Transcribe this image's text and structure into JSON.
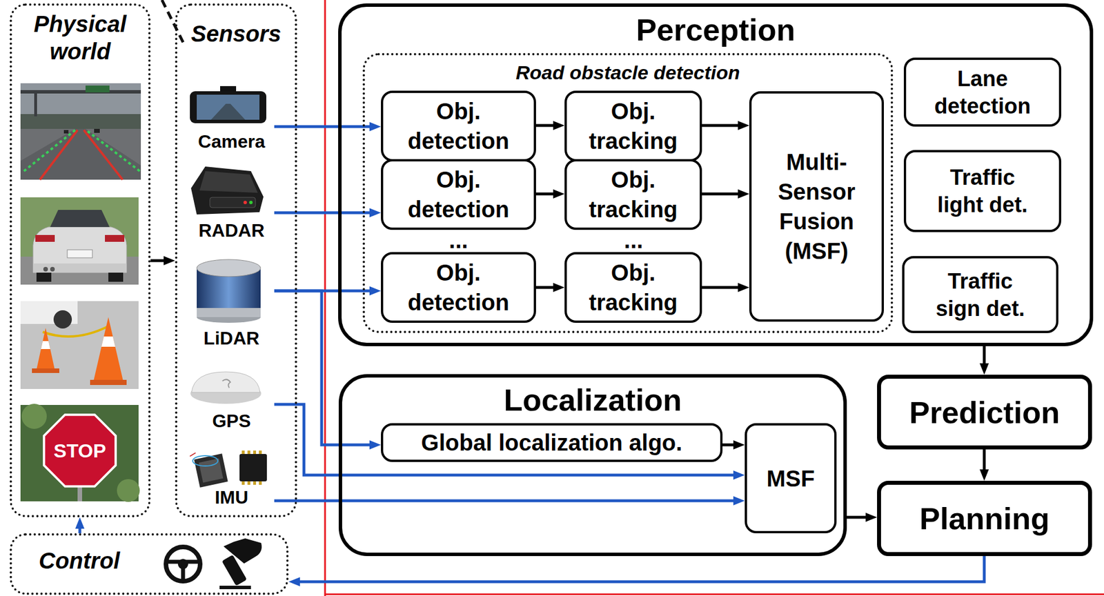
{
  "diagram": {
    "nodes": [
      {
        "text": [
          "Physical world"
        ]
      },
      {
        "text": [
          "Sensors"
        ]
      },
      {
        "text": [
          "Camera"
        ],
        "in": 1
      },
      {
        "text": [
          "RADAR"
        ],
        "in": 1
      },
      {
        "text": [
          "LiDAR"
        ],
        "in": 1
      },
      {
        "text": [
          "GPS"
        ],
        "in": 1
      },
      {
        "text": [
          "IMU"
        ],
        "in": 1
      },
      {
        "text": [
          "Perception"
        ]
      },
      {
        "text": [
          "Road obstacle detection"
        ],
        "in": 7
      },
      {
        "text": [
          "Obj. detection"
        ],
        "in": 8
      },
      {
        "text": [
          "Obj. tracking"
        ],
        "in": 8
      },
      {
        "text": [
          "Obj. detection"
        ],
        "in": 8
      },
      {
        "text": [
          "Obj. tracking"
        ],
        "in": 8
      },
      {
        "text": [
          "Obj. detection"
        ],
        "in": 8
      },
      {
        "text": [
          "Obj. tracking"
        ],
        "in": 8
      },
      {
        "text": [
          "Multi-Sensor Fusion (MSF)"
        ],
        "in": 8
      },
      {
        "text": [
          "Lane detection"
        ],
        "in": 7
      },
      {
        "text": [
          "Traffic light det."
        ],
        "in": 7
      },
      {
        "text": [
          "Traffic sign det."
        ],
        "in": 7
      },
      {
        "text": [
          "Localization"
        ]
      },
      {
        "text": [
          "Global localization algo."
        ],
        "in": 19
      },
      {
        "text": [
          "MSF"
        ],
        "in": 19
      },
      {
        "text": [
          "Prediction"
        ]
      },
      {
        "text": [
          "Planning"
        ]
      },
      {
        "text": [
          "Control"
        ]
      }
    ],
    "edges": [
      {
        "from": 0,
        "to": 1,
        "arrow": "to"
      },
      {
        "from": 2,
        "to": 9,
        "arrow": "to"
      },
      {
        "from": 3,
        "to": 11,
        "arrow": "to"
      },
      {
        "from": 4,
        "to": 13,
        "arrow": "to"
      },
      {
        "from": 4,
        "to": 20,
        "arrow": "to"
      },
      {
        "from": 5,
        "to": 21,
        "arrow": "to"
      },
      {
        "from": 6,
        "to": 21,
        "arrow": "to"
      },
      {
        "from": 9,
        "to": 10,
        "arrow": "to"
      },
      {
        "from": 11,
        "to": 12,
        "arrow": "to"
      },
      {
        "from": 13,
        "to": 14,
        "arrow": "to"
      },
      {
        "from": 10,
        "to": 15,
        "arrow": "to"
      },
      {
        "from": 12,
        "to": 15,
        "arrow": "to"
      },
      {
        "from": 14,
        "to": 15,
        "arrow": "to"
      },
      {
        "from": 20,
        "to": 21,
        "arrow": "to"
      },
      {
        "from": 7,
        "to": 22,
        "arrow": "to"
      },
      {
        "from": 22,
        "to": 23,
        "arrow": "to"
      },
      {
        "from": 19,
        "to": 23,
        "arrow": "to"
      },
      {
        "from": 23,
        "to": 24,
        "arrow": "to"
      },
      {
        "from": 24,
        "to": 0,
        "arrow": "to"
      }
    ],
    "labels": [
      "...",
      "...",
      "STOP"
    ]
  }
}
